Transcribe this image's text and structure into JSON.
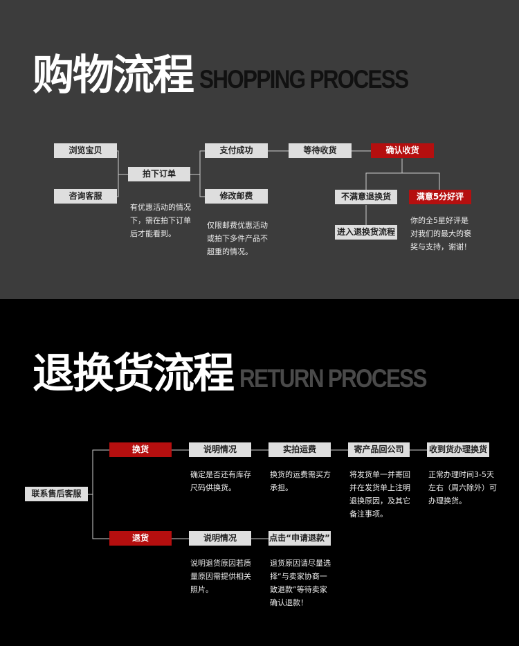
{
  "shopping": {
    "title_cn": "购物流程",
    "title_en": "SHOPPING PROCESS",
    "browse": "浏览宝贝",
    "consult": "咨询客服",
    "place_order": "拍下订单",
    "place_order_note": [
      "有优惠活动的情况",
      "下，需在拍下订单",
      "后才能看到。"
    ],
    "paid": "支付成功",
    "modify_postage": "修改邮费",
    "modify_postage_note": [
      "仅限邮费优惠活动",
      "或拍下多件产品不",
      "超重的情况。"
    ],
    "wait_receive": "等待收货",
    "confirm_receive": "确认收货",
    "unsatisfied": "不满意退换货",
    "return_flow": "进入退换货流程",
    "satisfied": "满意5分好评",
    "satisfied_note": [
      "你的全5星好评是",
      "对我们的最大的褒",
      "奖与支持，谢谢！"
    ]
  },
  "returns": {
    "title_cn": "退换货流程",
    "title_en": "RETURN PROCESS",
    "contact": "联系售后客服",
    "exchange": "换货",
    "explain1": "说明情况",
    "explain1_note": [
      "确定是否还有库存",
      "尺码供换货。"
    ],
    "photo_shipping": "实拍运费",
    "photo_shipping_note": [
      "换货的运费需买方",
      "承担。"
    ],
    "send_back": "寄产品回公司",
    "send_back_note": [
      "将发货单一并寄回",
      "并在发货单上注明",
      "退换原因，及其它",
      "备注事项。"
    ],
    "receive_exchange": "收到货办理换货",
    "receive_exchange_note": [
      "正常办理时间3-5天",
      "左右（周六除外）可",
      "办理换货。"
    ],
    "refund": "退货",
    "explain2": "说明情况",
    "explain2_note": [
      "说明退货原因若质",
      "量原因需提供相关",
      "照片。"
    ],
    "apply_refund": "点击“申请退款”",
    "apply_refund_note": [
      "退货原因请尽量选",
      "择“与卖家协商一",
      "致退款”等待卖家",
      "确认退款！"
    ]
  },
  "colors": {
    "top_bg": "#3c3c3c",
    "bottom_bg": "#000000",
    "box": "#dedede",
    "accent": "#b50f0f",
    "en_title_top": "#111111",
    "en_title_bottom": "#4a4a4a"
  }
}
